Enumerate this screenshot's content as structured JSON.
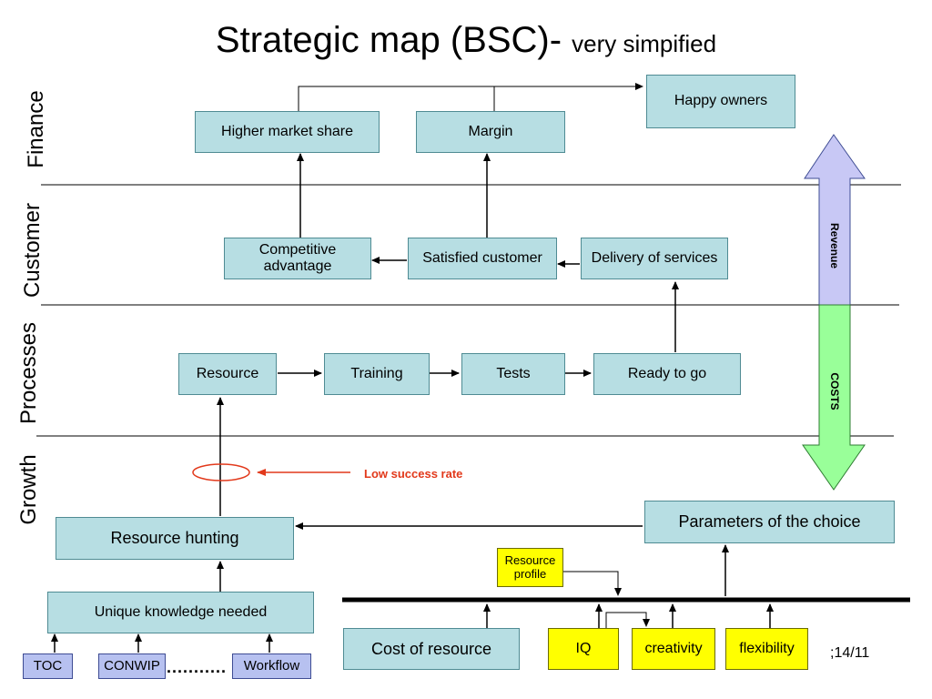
{
  "title": {
    "main": "Strategic map (BSC)- ",
    "sub": "very simpified"
  },
  "lanes": {
    "finance": "Finance",
    "customer": "Customer",
    "processes": "Processes",
    "growth": "Growth"
  },
  "finance": {
    "happy_owners": "Happy owners",
    "higher_market_share": "Higher market share",
    "margin": "Margin"
  },
  "customer": {
    "competitive_advantage": "Competitive advantage",
    "satisfied_customer": "Satisfied customer",
    "delivery_of_services": "Delivery of services"
  },
  "processes": {
    "resource": "Resource",
    "training": "Training",
    "tests": "Tests",
    "ready_to_go": "Ready to go"
  },
  "growth": {
    "low_success_rate": "Low success rate",
    "resource_hunting": "Resource hunting",
    "parameters_of_the_choice": "Parameters of the choice",
    "unique_knowledge_needed": "Unique knowledge needed",
    "resource_profile": "Resource profile",
    "toc": "TOC",
    "conwip": "CONWIP",
    "ellipsis": "...........",
    "workflow": "Workflow",
    "cost_of_resource": "Cost of resource",
    "iq": "IQ",
    "creativity": "creativity",
    "flexibility": "flexibility"
  },
  "double_arrow": {
    "revenue": "Revenue",
    "costs": "COSTS"
  },
  "page_number": ";14/11",
  "colors": {
    "box_fill": "#b7dee3",
    "yellow_fill": "#ffff00",
    "purple_fill": "#b7c1f0",
    "revenue_fill": "#c8c8f5",
    "costs_fill": "#99ff99",
    "note_red": "#e2391b"
  }
}
